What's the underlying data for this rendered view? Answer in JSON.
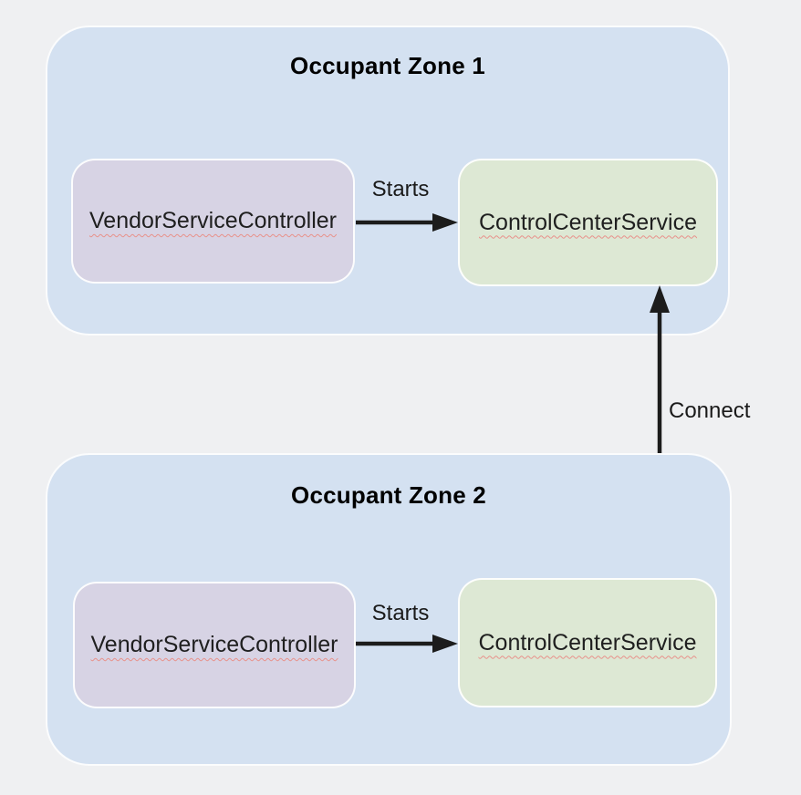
{
  "diagram": {
    "zones": [
      {
        "title": "Occupant Zone 1",
        "vendor_label": "VendorServiceController",
        "control_label": "ControlCenterService",
        "edge_label": "Starts"
      },
      {
        "title": "Occupant Zone 2",
        "vendor_label": "VendorServiceController",
        "control_label": "ControlCenterService",
        "edge_label": "Starts"
      }
    ],
    "connect_label": "Connect",
    "colors": {
      "page_background": "#eff0f2",
      "zone_fill": "#d4e1f1",
      "vendor_node_fill": "#d7d3e4",
      "control_node_fill": "#dde8d4",
      "arrow": "#1c1c1c",
      "spellcheck_underline": "#e8918a",
      "title_text": "#000000",
      "body_text": "#1f1f1f"
    }
  }
}
